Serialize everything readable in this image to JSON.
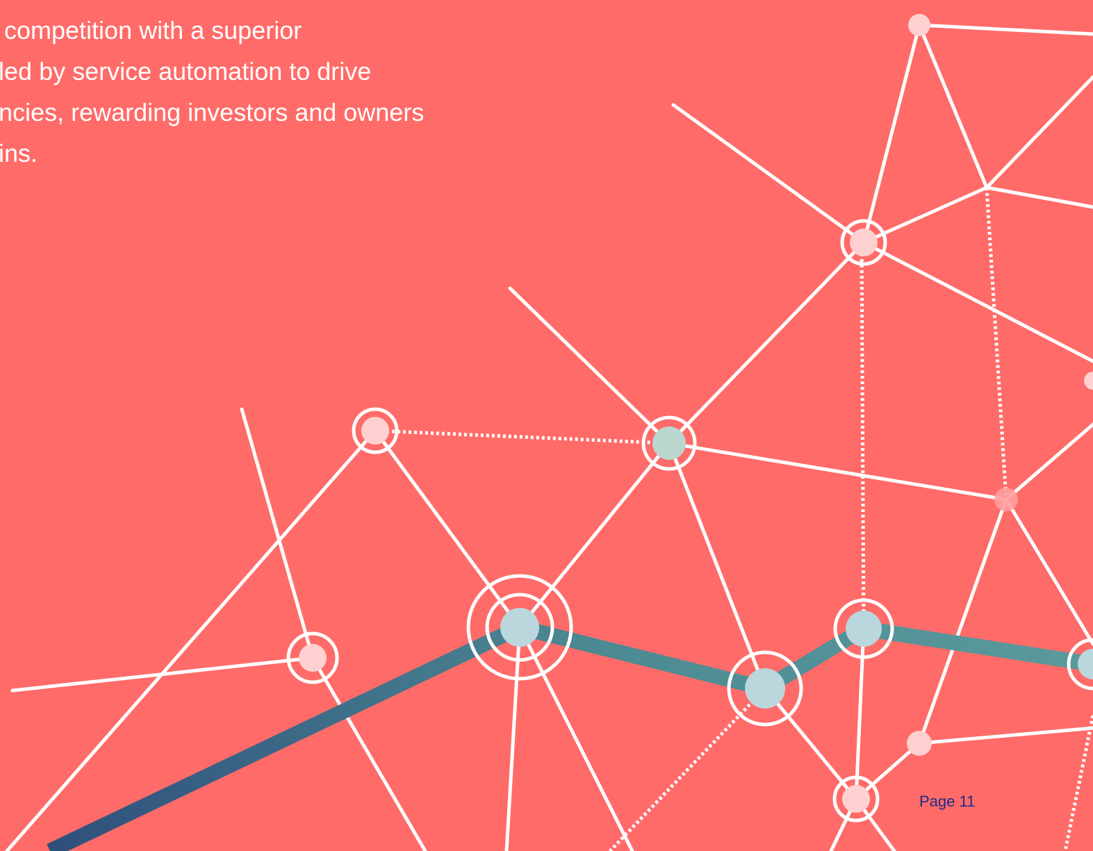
{
  "intro_text": {
    "line_1": "s competition with a superior",
    "line_2": "bled by service automation to drive",
    "line_3": "encies, rewarding investors and owners",
    "line_4": "nins."
  },
  "footer": {
    "page_label": "Page 11"
  },
  "colors": {
    "background": "#ff6b68",
    "text": "#ffffff",
    "page_number": "#1f2a8a",
    "node_fill": "#ffd0d0",
    "highlight_node_fill": "#b9d7dc",
    "trend_line_start": "#2f4f7c",
    "trend_line_end": "#5a9a9d"
  },
  "illustration": {
    "type": "network-diagram-with-trend-line"
  }
}
